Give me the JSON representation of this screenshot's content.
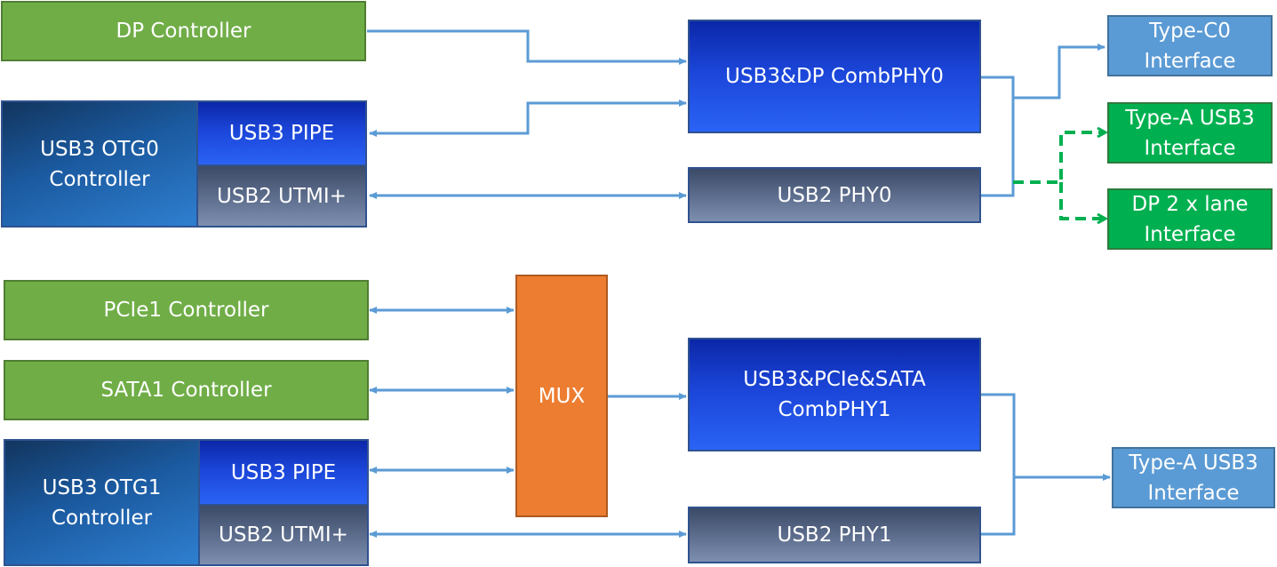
{
  "blocks": {
    "dp_controller": "DP Controller",
    "usb3_otg0_controller": "USB3 OTG0\nController",
    "usb3_pipe_0": "USB3 PIPE",
    "usb2_utmi_0": "USB2 UTMI+",
    "combphy0": "USB3&DP CombPHY0",
    "usb2_phy0": "USB2 PHY0",
    "type_c0_interface": "Type-C0\nInterface",
    "type_a_usb3_interface_0": "Type-A USB3\nInterface",
    "dp_2x_lane_interface": "DP 2 x lane\nInterface",
    "pcie1_controller": "PCIe1 Controller",
    "sata1_controller": "SATA1 Controller",
    "usb3_otg1_controller": "USB3 OTG1\nController",
    "usb3_pipe_1": "USB3 PIPE",
    "usb2_utmi_1": "USB2 UTMI+",
    "mux": "MUX",
    "combphy1": "USB3&PCIe&SATA\nCombPHY1",
    "usb2_phy1": "USB2 PHY1",
    "type_a_usb3_interface_1": "Type-A USB3\nInterface"
  },
  "colors": {
    "connector": "#5b9bd5",
    "optional_connector": "#00b050",
    "controller_green": "#70ad47",
    "interface_green": "#00b050",
    "interface_blue": "#5b9bd5",
    "mux_orange": "#ed7d31"
  }
}
